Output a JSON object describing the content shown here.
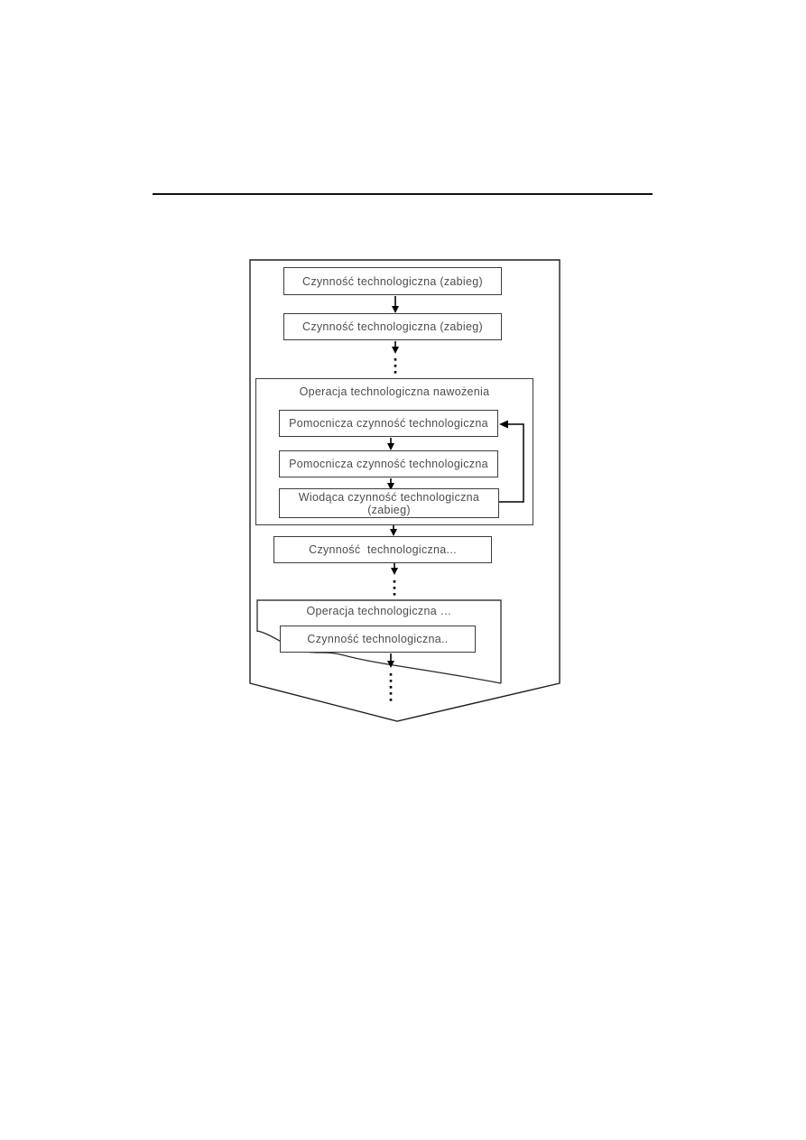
{
  "colors": {
    "page_background": "#ffffff",
    "divider_line": "#111111",
    "outline_stroke": "#1f1f1f",
    "box_border": "#3d3d3d",
    "text": "#4d4d4d",
    "arrow": "#000000"
  },
  "diagram": {
    "step1": "Czynność technologiczna (zabieg)",
    "step2": "Czynność technologiczna (zabieg)",
    "operation1": {
      "title": "Operacja technologiczna nawożenia",
      "aux1": "Pomocnicza czynność technologiczna",
      "aux2": "Pomocnicza czynność technologiczna",
      "lead_line1": "Wiodąca czynność technologiczna",
      "lead_line2": "(zabieg)"
    },
    "step3": "Czynność  technologiczna...",
    "operation2": {
      "title": "Operacja technologiczna …",
      "step": "Czynność technologiczna.."
    }
  }
}
